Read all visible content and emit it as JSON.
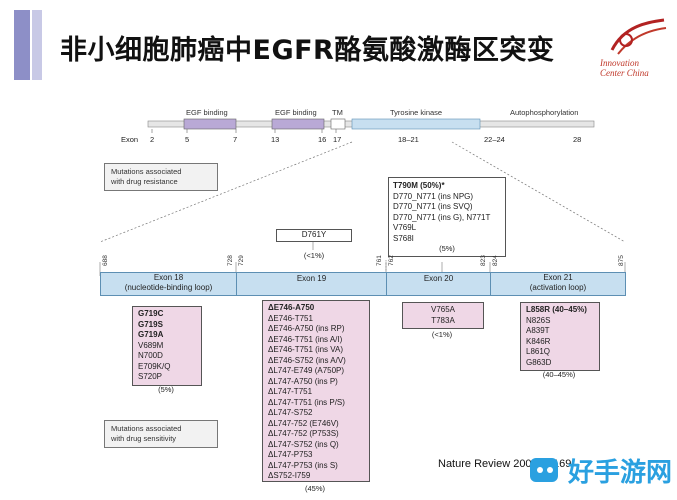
{
  "title": "非小细胞肺癌中EGFR酪氨酸激酶区突变",
  "logo": {
    "line1": "Innovation",
    "line2": "Center China"
  },
  "domains": {
    "egf1": "EGF binding",
    "egf2": "EGF binding",
    "tm": "TM",
    "tk": "Tyrosine kinase",
    "auto": "Autophosphorylation"
  },
  "exon_scale": {
    "label": "Exon",
    "ticks": [
      "2",
      "5",
      "7",
      "13",
      "16",
      "17",
      "18–21",
      "22–24",
      "28"
    ]
  },
  "notes": {
    "resistance": [
      "Mutations associated",
      "with drug resistance"
    ],
    "sensitivity": [
      "Mutations associated",
      "with drug sensitivity"
    ]
  },
  "resistance_box": {
    "head": "T790M (50%)*",
    "items": [
      "D770_N771 (ins NPG)",
      "D770_N771 (ins SVQ)",
      "D770_N771 (ins G), N771T",
      "V769L",
      "S768I"
    ],
    "pct": "(5%)"
  },
  "d761y_box": {
    "label": "D761Y",
    "pct": "(<1%)"
  },
  "positions": [
    "688",
    "728",
    "729",
    "761",
    "762",
    "823",
    "824",
    "875"
  ],
  "exons": [
    {
      "name": "Exon 18",
      "sub": "(nucleotide-binding loop)"
    },
    {
      "name": "Exon 19",
      "sub": ""
    },
    {
      "name": "Exon 20",
      "sub": ""
    },
    {
      "name": "Exon 21",
      "sub": "(activation loop)"
    }
  ],
  "exon18_muts": {
    "bold": [
      "G719C",
      "G719S",
      "G719A"
    ],
    "items": [
      "V689M",
      "N700D",
      "E709K/Q",
      "S720P"
    ],
    "pct": "(5%)"
  },
  "exon19_muts": {
    "bold": [
      "ΔE746-A750"
    ],
    "items": [
      "ΔE746-T751",
      "ΔE746-A750 (ins RP)",
      "ΔE746-T751 (ins A/I)",
      "ΔE746-T751 (ins VA)",
      "ΔE746-S752 (ins A/V)",
      "ΔL747-E749 (A750P)",
      "ΔL747-A750 (ins P)",
      "ΔL747-T751",
      "ΔL747-T751 (ins P/S)",
      "ΔL747-S752",
      "ΔL747-752 (E746V)",
      "ΔL747-752 (P753S)",
      "ΔL747-S752 (ins Q)",
      "ΔL747-P753",
      "ΔL747-P753 (ins S)",
      "ΔS752-I759"
    ],
    "pct": "(45%)"
  },
  "exon20_muts": {
    "items": [
      "V765A",
      "T783A"
    ],
    "pct": "(<1%)"
  },
  "exon21_muts": {
    "bold": [
      "L858R (40–45%)"
    ],
    "items": [
      "N826S",
      "A839T",
      "K846R",
      "L861Q",
      "G863D"
    ],
    "pct": "(40–45%)"
  },
  "source": "Nature Review 2007, 7:169",
  "watermark": "好手游网",
  "colors": {
    "exonbar": "#c7dff0",
    "pink": "#efd7e6",
    "domain": "#b9a9d6",
    "accent": "#8d8fc7"
  }
}
